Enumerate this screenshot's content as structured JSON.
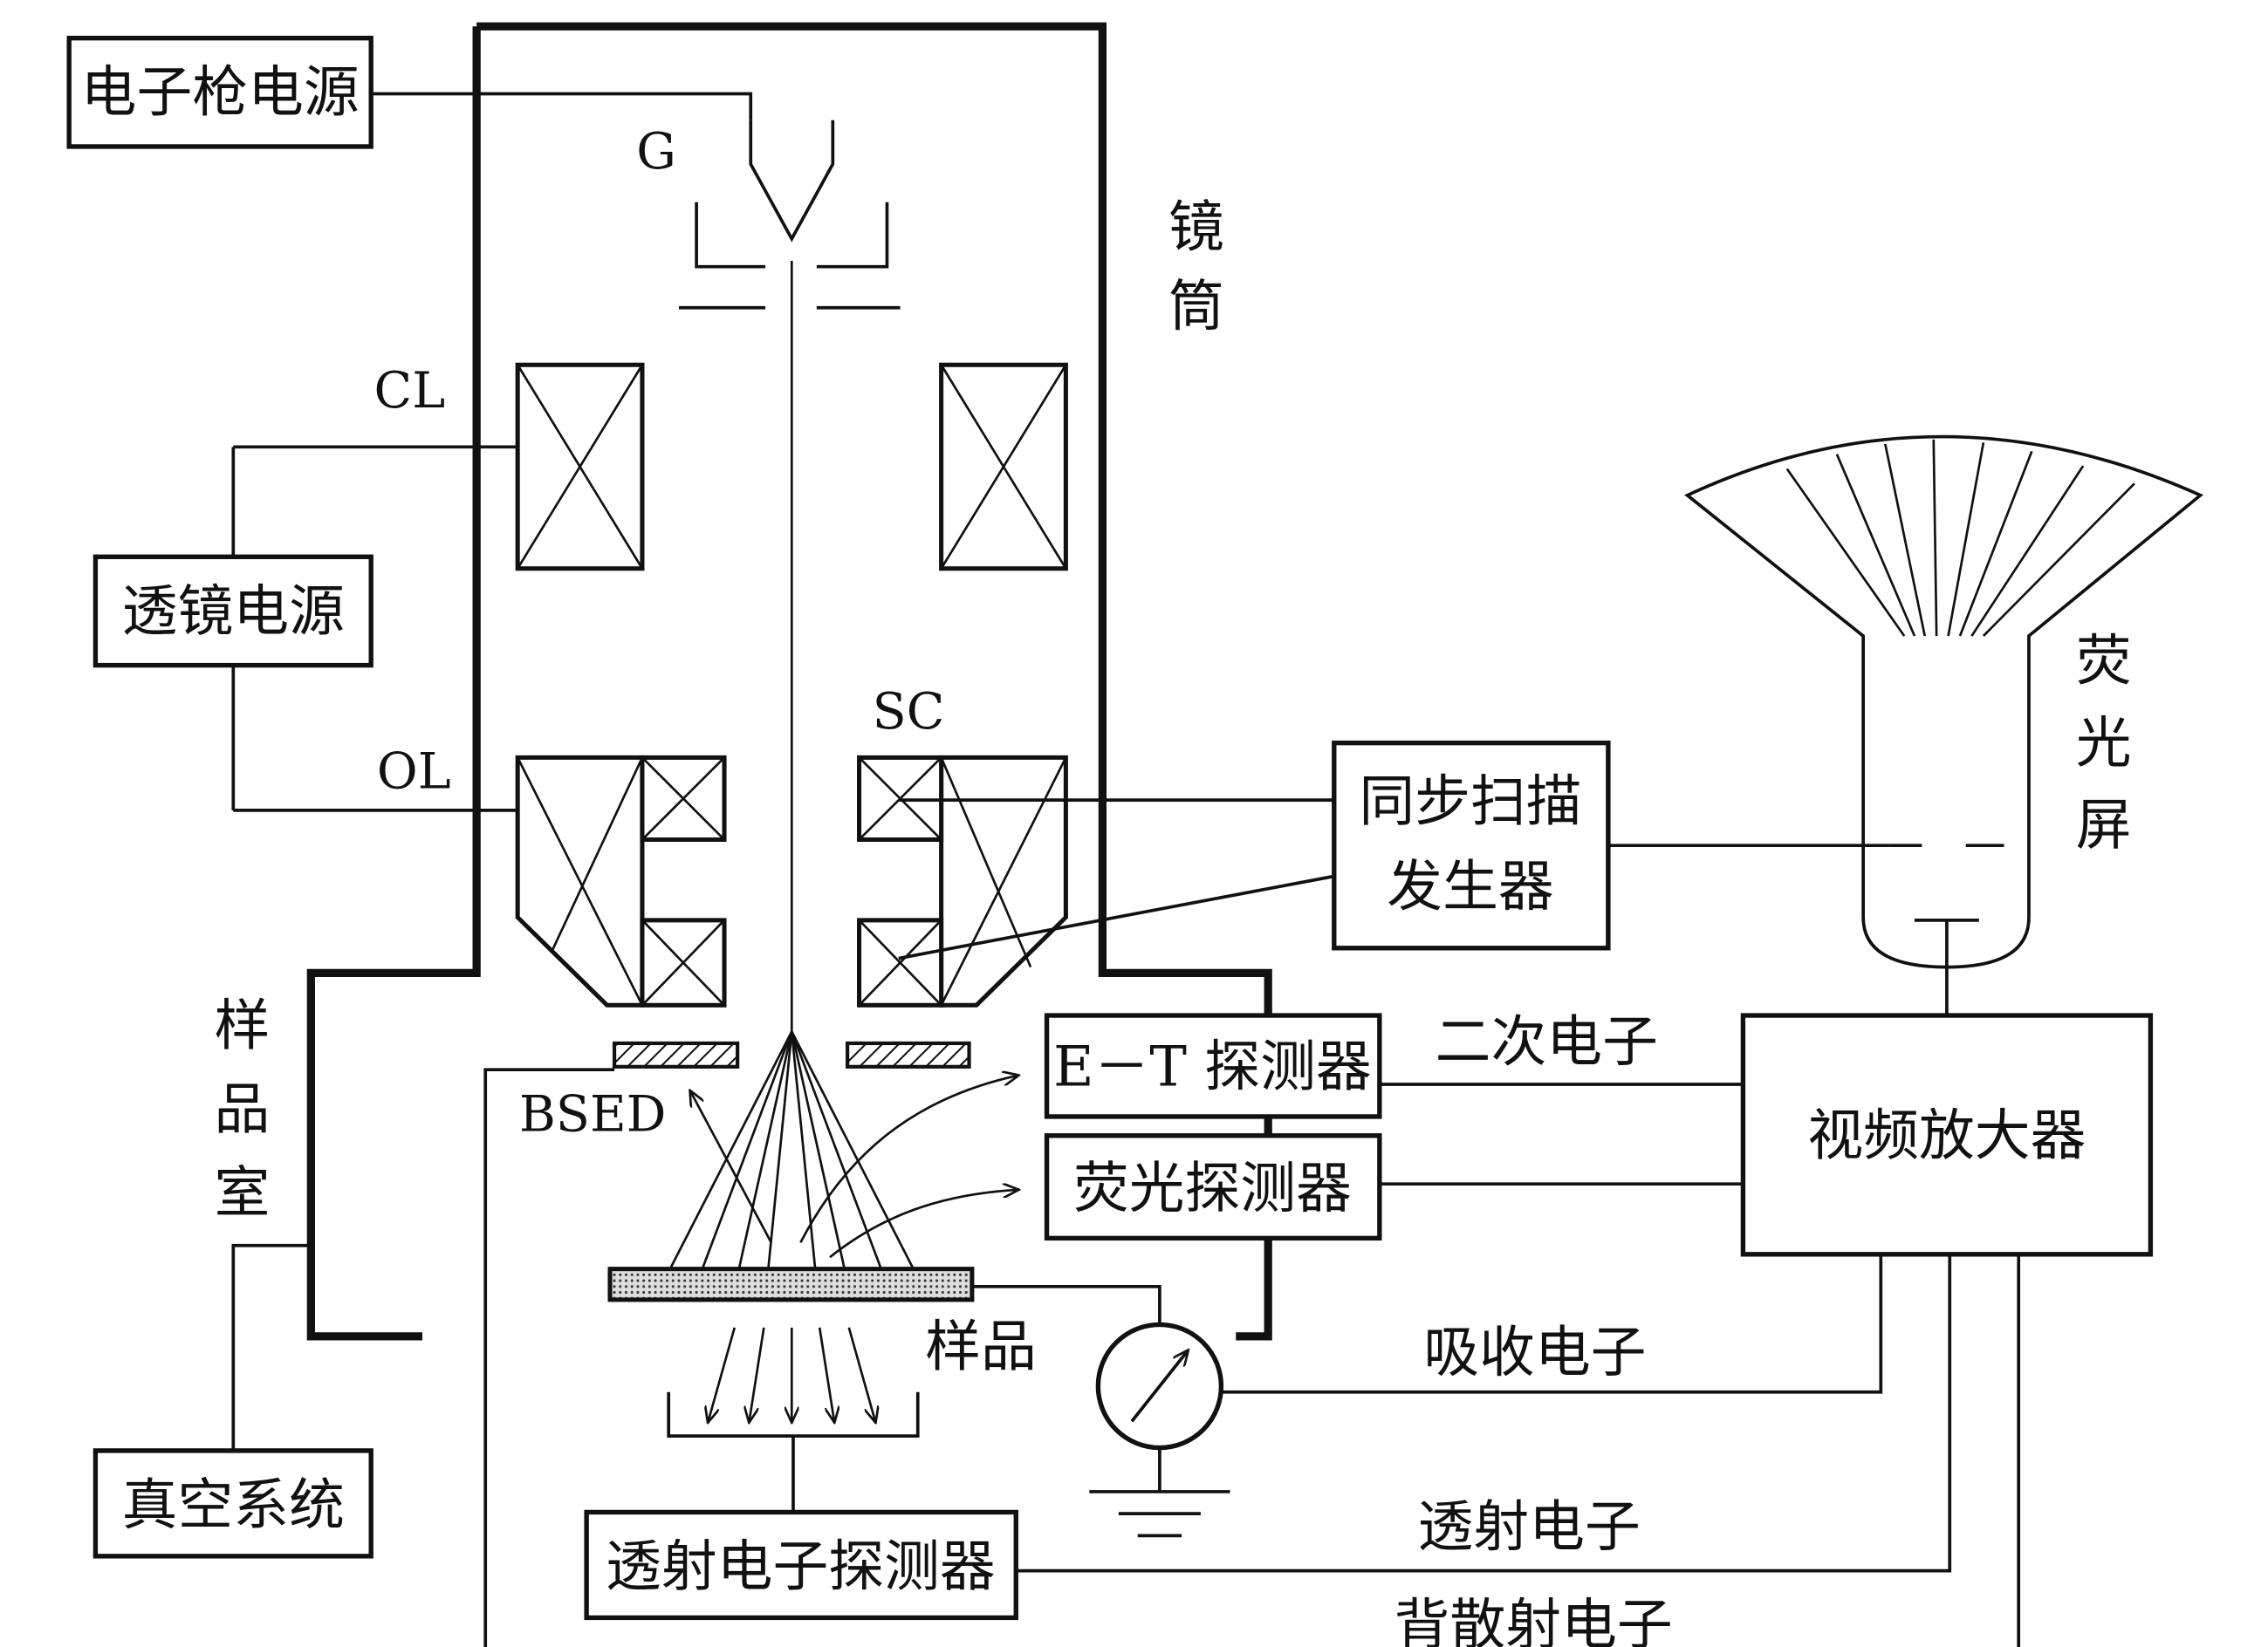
{
  "boxes": {
    "gun_power": "电子枪电源",
    "lens_power": "透镜电源",
    "vacuum": "真空系统",
    "scan_gen_1": "同步扫描",
    "scan_gen_2": "发生器",
    "et_detector": "E－T 探测器",
    "fluor_detector": "荧光探测器",
    "video_amp": "视频放大器",
    "trans_detector": "透射电子探测器"
  },
  "labels": {
    "gun": "G",
    "condenser": "CL",
    "objective": "OL",
    "scan_coil": "SC",
    "bsed": "BSED",
    "column_1": "镜",
    "column_2": "筒",
    "chamber_1": "样",
    "chamber_2": "品",
    "chamber_3": "室",
    "screen_1": "荧",
    "screen_2": "光",
    "screen_3": "屏",
    "sample": "样品"
  },
  "signals": {
    "secondary": "二次电子",
    "absorbed": "吸收电子",
    "transmitted": "透射电子",
    "backscattered": "背散射电子"
  }
}
